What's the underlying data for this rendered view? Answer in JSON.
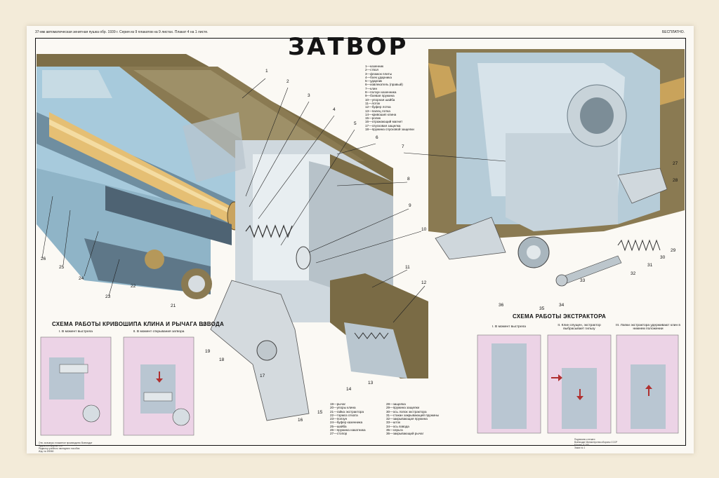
{
  "header": {
    "series_text": "37-мм автоматическая зенитная пушка обр. 1939 г. Серия из 9 плакатов на 9 листах. Плакат 4 на 1 листе.",
    "price": "БЕСПЛАТНО.",
    "title": "ЗАТВОР"
  },
  "legend_top": [
    "1—казенник",
    "2—ствол",
    "3—флажок плиты",
    "4—боек ударника",
    "5—ударник",
    "6—извлекатель (правый)",
    "7—клин",
    "8—ползун казенника",
    "9—боевая пружина",
    "10—упорная шайба",
    "11—лоток",
    "12—буфер лотка",
    "13—палец лотка",
    "14—кривошип клина",
    "15—ролик",
    "16—отражающий магнит",
    "17—спусковая защелка",
    "18—пружина спусковой защелки"
  ],
  "legend_bottom_left": [
    "19—рычаг",
    "20—упоры клина",
    "21—гайка экстрактора",
    "22—тормоз отката",
    "23—ползун",
    "24—буфер казенника",
    "25—шайба",
    "26—пружина накатника",
    "27—стопор"
  ],
  "legend_bottom_right": [
    "28—защелка",
    "29—пружина защелки",
    "30—ось лопок экстрактора",
    "31—стакан закрывающей пружины",
    "32—закрывающая пружина",
    "33—шток",
    "34—ось взвода",
    "35—серьга",
    "36—закрывающий рычаг"
  ],
  "schema_left": {
    "title": "СХЕМА РАБОТЫ КРИВОШИПА КЛИНА И РЫЧАГА ВЗВОДА",
    "panels": [
      "I. В момент выстрела",
      "II. В момент открывания затвора"
    ]
  },
  "schema_right": {
    "title": "СХЕМА РАБОТЫ ЭКСТРАКТОРА",
    "panels": [
      "I. В момент выстрела",
      "II. Клин опущен, экстрактор выбрасывает гильзу",
      "III. Лапки экстрактора удерживают клин в нижнем положении"
    ]
  },
  "callouts": [
    "1",
    "2",
    "3",
    "4",
    "5",
    "6",
    "7",
    "8",
    "9",
    "10",
    "11",
    "12",
    "13",
    "14",
    "15",
    "16",
    "17",
    "18",
    "19",
    "20",
    "21",
    "22",
    "23",
    "24",
    "25",
    "26",
    "27",
    "28",
    "29",
    "30",
    "31",
    "32",
    "33",
    "34",
    "35",
    "36"
  ],
  "footer_left": [
    "Отв. за выпуск: плакатное производство Воениздат",
    "Художник-оформитель",
    "Редактор учебного наглядного пособия",
    "Изд. № 2/5060"
  ],
  "footer_right": [
    "Подписано к печати",
    "Воениздат Министерства обороны СССР",
    "Москва, К-160",
    "Заказ № 1"
  ],
  "colors": {
    "steel_blue": "#9ec3d6",
    "light_steel": "#cfe2ea",
    "olive_body": "#8a7a52",
    "brass": "#e0b86a",
    "schema_pink": "#ecd3e6",
    "schema_grey": "#b9c6d2"
  }
}
